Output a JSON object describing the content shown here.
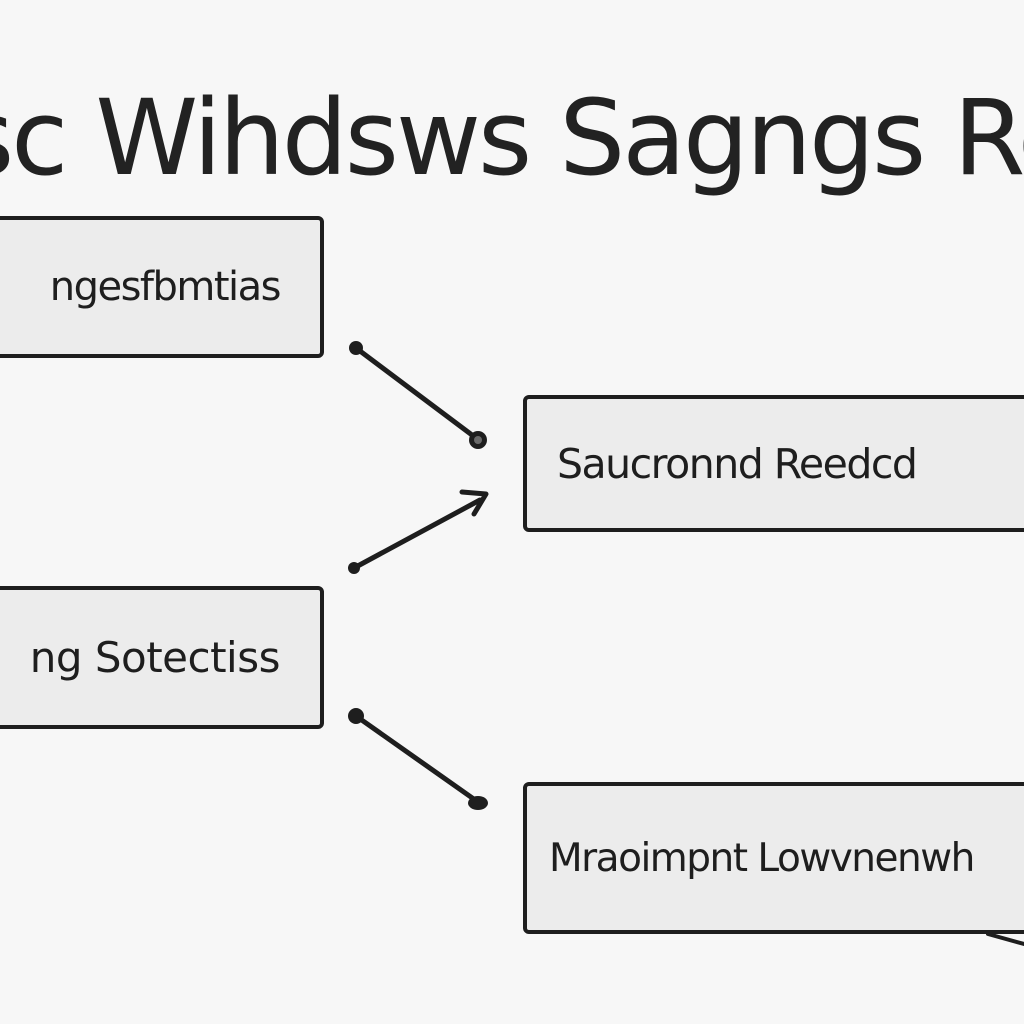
{
  "diagram": {
    "title": "sc Wihdsws Sagngs Rew",
    "nodes": [
      {
        "id": "a",
        "label": "ngesfbmtias"
      },
      {
        "id": "b",
        "label": "Saucronnd Reedcd"
      },
      {
        "id": "c",
        "label": "ng Sotectiss"
      },
      {
        "id": "d",
        "label": "Mraoimpnt Lowvnenwh"
      }
    ],
    "edges": [
      {
        "from": "a",
        "to": "b"
      },
      {
        "from": "c",
        "to": "b"
      },
      {
        "from": "c",
        "to": "d"
      }
    ],
    "colors": {
      "background": "#f7f7f7",
      "box_fill": "#ececec",
      "stroke": "#1e1e1e"
    }
  }
}
